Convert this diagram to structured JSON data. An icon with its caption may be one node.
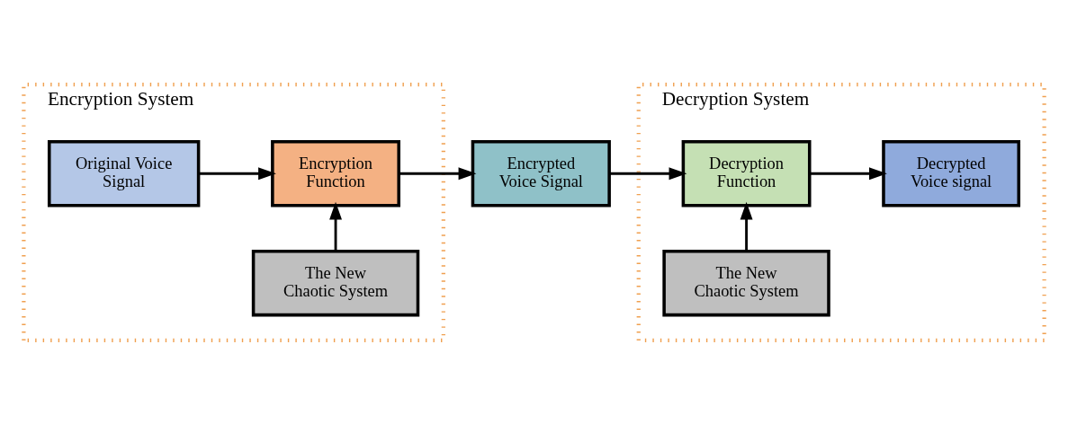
{
  "diagram": {
    "nodes": [
      {
        "text": [
          "Encryption System"
        ]
      },
      {
        "text": [
          "The New Chaotic System"
        ],
        "in": 0
      },
      {
        "text": [
          "Original Voice Signal"
        ],
        "in": 0
      },
      {
        "text": [
          "Encryption Function"
        ],
        "in": 0
      },
      {
        "text": [
          "Encrypted Voice Signal"
        ]
      },
      {
        "text": [
          "Decryption System"
        ]
      },
      {
        "text": [
          "The New Chaotic System"
        ],
        "in": 5
      },
      {
        "text": [
          "Decryption Function"
        ],
        "in": 5
      },
      {
        "text": [
          "Decrypted Voice signal"
        ],
        "in": 5
      }
    ],
    "edges": [
      {
        "from": 2,
        "to": 3,
        "arrow": "to"
      },
      {
        "from": 1,
        "to": 3,
        "arrow": "to"
      },
      {
        "from": 3,
        "to": 4,
        "arrow": "to"
      },
      {
        "from": 4,
        "to": 7,
        "arrow": "to"
      },
      {
        "from": 6,
        "to": 7,
        "arrow": "to"
      },
      {
        "from": 7,
        "to": 8,
        "arrow": "to"
      }
    ]
  }
}
